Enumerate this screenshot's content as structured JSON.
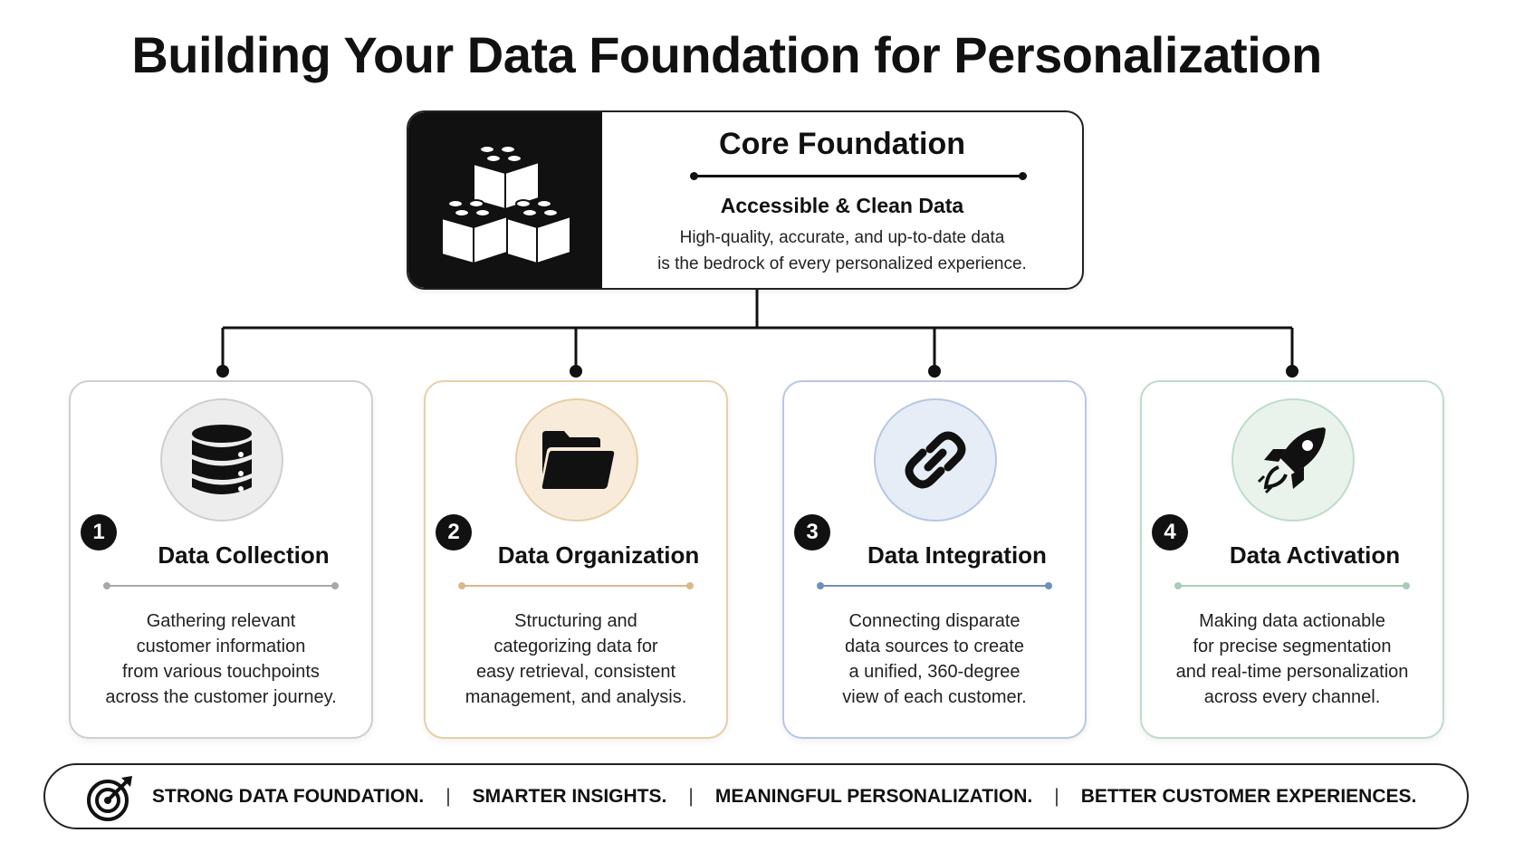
{
  "title": "Building Your Data Foundation for Personalization",
  "core": {
    "heading": "Core Foundation",
    "subheading": "Accessible & Clean Data",
    "description_line1": "High-quality, accurate, and up-to-date data",
    "description_line2": "is the bedrock of every personalized experience.",
    "icon": "building-blocks-icon"
  },
  "steps": [
    {
      "number": "1",
      "title": "Data Collection",
      "icon": "database-icon",
      "accent": "#a9a9a9",
      "border": "#cfcfcf",
      "circle_bg": "#ededed",
      "lines": [
        "Gathering relevant",
        "customer information",
        "from various touchpoints",
        "across the customer journey."
      ]
    },
    {
      "number": "2",
      "title": "Data Organization",
      "icon": "folder-icon",
      "accent": "#d9b98a",
      "border": "#e6cfa8",
      "circle_bg": "#f8ebd9",
      "lines": [
        "Structuring and",
        "categorizing data for",
        "easy retrieval, consistent",
        "management, and analysis."
      ]
    },
    {
      "number": "3",
      "title": "Data Integration",
      "icon": "link-icon",
      "accent": "#6f8fc0",
      "border": "#b7c8e2",
      "circle_bg": "#e6edf7",
      "lines": [
        "Connecting disparate",
        "data sources to create",
        "a unified, 360-degree",
        "view of each customer."
      ]
    },
    {
      "number": "4",
      "title": "Data Activation",
      "icon": "rocket-icon",
      "accent": "#a9cdb7",
      "border": "#bfdcca",
      "circle_bg": "#e9f3ec",
      "lines": [
        "Making data actionable",
        "for precise segmentation",
        "and real-time personalization",
        "across every channel."
      ]
    }
  ],
  "banner": {
    "icon": "target-icon",
    "items": [
      "STRONG DATA FOUNDATION.",
      "SMARTER INSIGHTS.",
      "MEANINGFUL PERSONALIZATION.",
      "BETTER CUSTOMER EXPERIENCES."
    ],
    "separator": "|"
  }
}
